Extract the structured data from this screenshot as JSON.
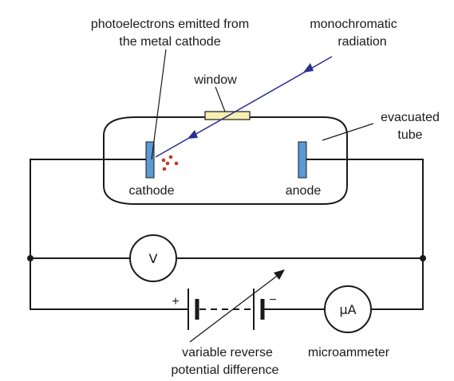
{
  "labels": {
    "photoelectrons_line1": "photoelectrons emitted from",
    "photoelectrons_line2": "the metal cathode",
    "radiation_line1": "monochromatic",
    "radiation_line2": "radiation",
    "window": "window",
    "tube_line1": "evacuated",
    "tube_line2": "tube",
    "cathode": "cathode",
    "anode": "anode",
    "voltmeter": "V",
    "microammeter_symbol": "μA",
    "plus": "+",
    "minus": "−",
    "pd_line1": "variable reverse",
    "pd_line2": "potential difference",
    "microammeter": "microammeter"
  },
  "colors": {
    "electrode": "#5b9bd5",
    "window": "#f6efb0",
    "radiation": "#2b2f8f",
    "electron": "#c0392b",
    "line": "#1a1a1a"
  }
}
